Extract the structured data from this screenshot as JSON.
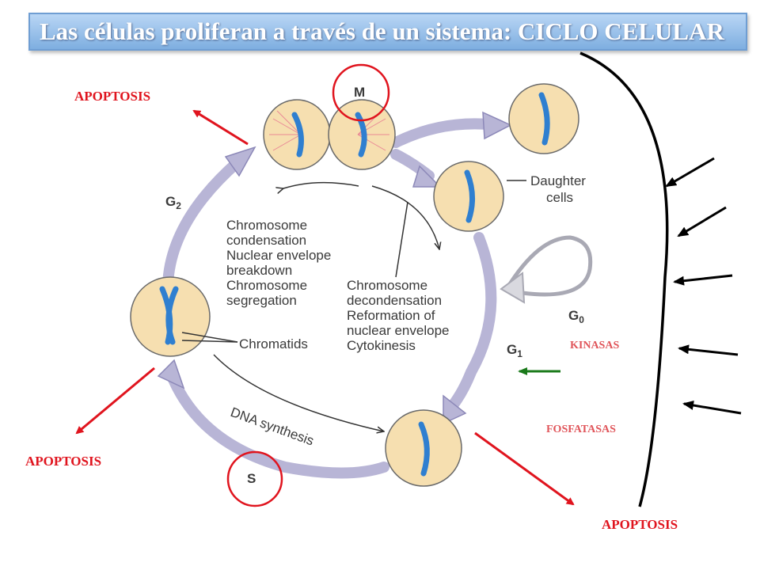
{
  "title": "Las células proliferan a través de un sistema: CICLO CELULAR",
  "apoptosis_labels": [
    "APOPTOSIS",
    "APOPTOSIS",
    "APOPTOSIS"
  ],
  "enzymes": {
    "kinases": "KINASAS",
    "phosphatases": "FOSFATASAS"
  },
  "phases": {
    "m": "M",
    "g2": "G",
    "g2_sub": "2",
    "g1": "G",
    "g1_sub": "1",
    "g0": "G",
    "g0_sub": "0",
    "s": "S"
  },
  "cell_labels": {
    "daughter_line1": "Daughter",
    "daughter_line2": "cells",
    "chromatids": "Chromatids",
    "dna_synthesis": "DNA synthesis"
  },
  "m_events": [
    "Chromosome",
    "condensation",
    "Nuclear envelope",
    "breakdown",
    "Chromosome",
    "segregation"
  ],
  "exit_events": [
    "Chromosome",
    "decondensation",
    "Reformation of",
    "nuclear envelope",
    "Cytokinesis"
  ],
  "colors": {
    "apoptosis_red": "#e0141e",
    "cycle_arrow": "#b8b5d6",
    "cell_fill": "#f6dfb0",
    "chromosome": "#2f7fd0",
    "green_arrow": "#1a7a1a"
  }
}
